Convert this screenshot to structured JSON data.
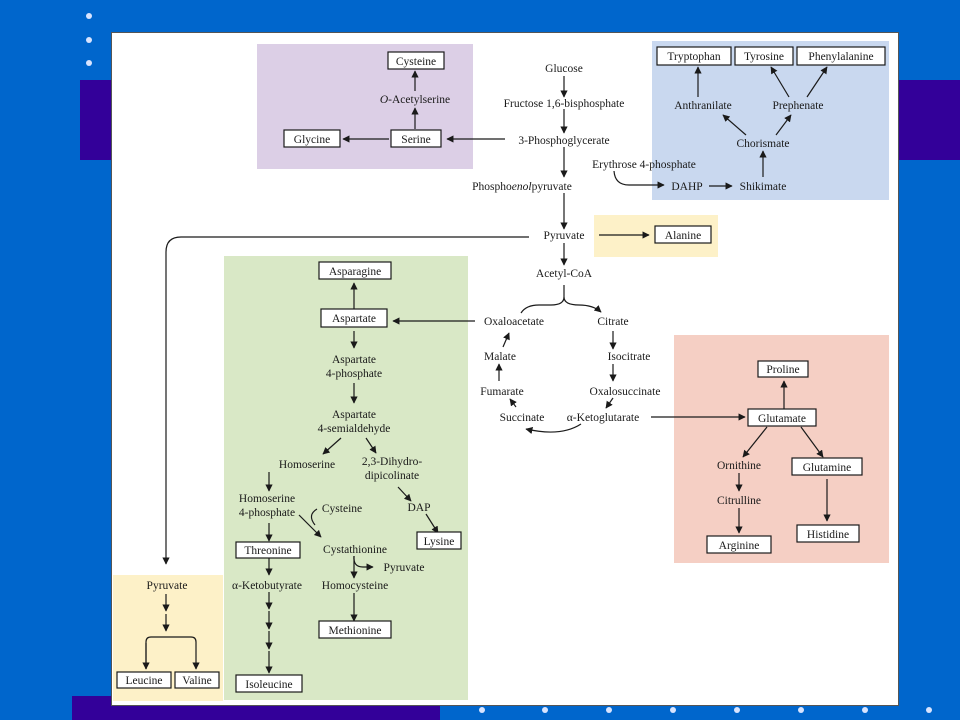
{
  "colors": {
    "background": "#0066cc",
    "band": "#330099",
    "purple_region": "#dccfe6",
    "blue_region": "#c9d8ef",
    "yellow_region": "#fdf1c8",
    "green_region": "#d9e8c6",
    "red_region": "#f5cfc4"
  },
  "boxed": {
    "cysteine": "Cysteine",
    "glycine": "Glycine",
    "serine": "Serine",
    "tryptophan": "Tryptophan",
    "tyrosine": "Tyrosine",
    "phenylalanine": "Phenylalanine",
    "alanine": "Alanine",
    "asparagine": "Asparagine",
    "aspartate": "Aspartate",
    "lysine": "Lysine",
    "threonine": "Threonine",
    "methionine": "Methionine",
    "isoleucine": "Isoleucine",
    "leucine": "Leucine",
    "valine": "Valine",
    "proline": "Proline",
    "glutamate": "Glutamate",
    "glutamine": "Glutamine",
    "arginine": "Arginine",
    "histidine": "Histidine"
  },
  "labels": {
    "o_prefix": "O",
    "acetylserine": "-Acetylserine",
    "glucose": "Glucose",
    "fructose": "Fructose 1,6-bisphosphate",
    "phosphoglycerate": "3-Phosphoglycerate",
    "erythrose": "Erythrose 4-phosphate",
    "pep_a": "Phospho",
    "pep_b": "enol",
    "pep_c": "pyruvate",
    "dahp": "DAHP",
    "shikimate": "Shikimate",
    "chorismate": "Chorismate",
    "anthranilate": "Anthranilate",
    "prephenate": "Prephenate",
    "pyruvate": "Pyruvate",
    "acetyl_coa": "Acetyl-CoA",
    "oxaloacetate": "Oxaloacetate",
    "citrate": "Citrate",
    "isocitrate": "Isocitrate",
    "oxalosuccinate": "Oxalosuccinate",
    "ketoglutarate": "α-Ketoglutarate",
    "succinate": "Succinate",
    "fumarate": "Fumarate",
    "malate": "Malate",
    "asp_phosphate_1": "Aspartate",
    "asp_phosphate_2": "4-phosphate",
    "asp_semi_1": "Aspartate",
    "asp_semi_2": "4-semialdehyde",
    "homoserine": "Homoserine",
    "dihydro_1": "2,3-Dihydro-",
    "dihydro_2": "dipicolinate",
    "homoserine_p_1": "Homoserine",
    "homoserine_p_2": "4-phosphate",
    "cysteine_in": "Cysteine",
    "dap": "DAP",
    "cystathionine": "Cystathionine",
    "pyruvate_out": "Pyruvate",
    "ketobutyrate": "α-Ketobutyrate",
    "homocysteine": "Homocysteine",
    "pyruvate_left": "Pyruvate",
    "ornithine": "Ornithine",
    "citrulline": "Citrulline"
  }
}
